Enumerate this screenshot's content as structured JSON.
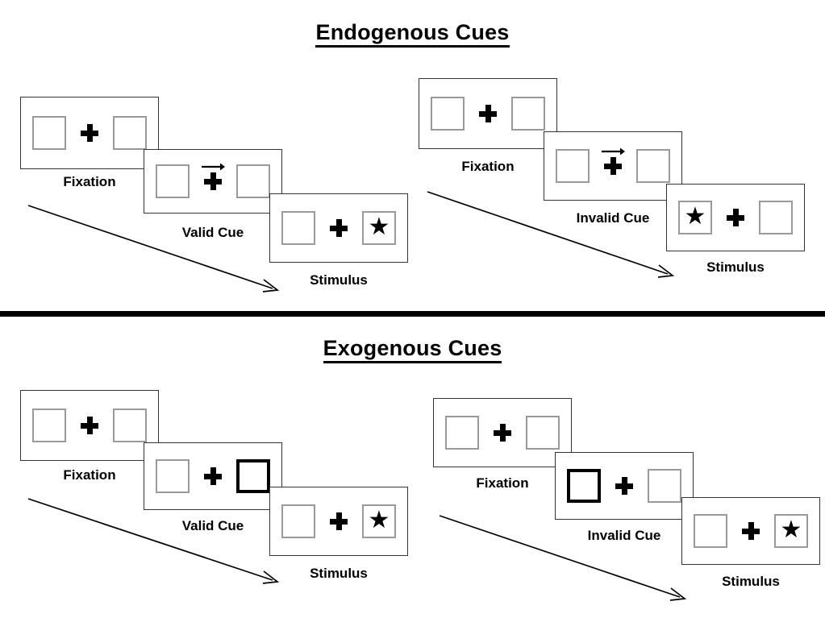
{
  "figure": {
    "sections": [
      {
        "id": "endogenous",
        "title": "Endogenous Cues",
        "cue_type": "central-arrow",
        "conditions": [
          {
            "id": "endogenous-valid",
            "validity_label": "Valid Cue",
            "frames": [
              {
                "label": "Fixation",
                "cue": "none",
                "arrow_direction": "",
                "left_box": "empty",
                "right_box": "empty",
                "target_side": "none"
              },
              {
                "label": "Valid Cue",
                "cue": "arrow-right",
                "arrow_direction": "right",
                "left_box": "empty",
                "right_box": "empty",
                "target_side": "none"
              },
              {
                "label": "Stimulus",
                "cue": "none",
                "arrow_direction": "",
                "left_box": "empty",
                "right_box": "star",
                "target_side": "right"
              }
            ]
          },
          {
            "id": "endogenous-invalid",
            "validity_label": "Invalid Cue",
            "frames": [
              {
                "label": "Fixation",
                "cue": "none",
                "arrow_direction": "",
                "left_box": "empty",
                "right_box": "empty",
                "target_side": "none"
              },
              {
                "label": "Invalid Cue",
                "cue": "arrow-right",
                "arrow_direction": "right",
                "left_box": "empty",
                "right_box": "empty",
                "target_side": "none"
              },
              {
                "label": "Stimulus",
                "cue": "none",
                "arrow_direction": "",
                "left_box": "star",
                "right_box": "empty",
                "target_side": "left"
              }
            ]
          }
        ]
      },
      {
        "id": "exogenous",
        "title": "Exogenous Cues",
        "cue_type": "peripheral-box-flash",
        "conditions": [
          {
            "id": "exogenous-valid",
            "validity_label": "Valid Cue",
            "frames": [
              {
                "label": "Fixation",
                "cue": "none",
                "arrow_direction": "",
                "left_box": "empty",
                "right_box": "empty",
                "target_side": "none"
              },
              {
                "label": "Valid Cue",
                "cue": "box-flash-right",
                "arrow_direction": "",
                "left_box": "empty",
                "right_box": "highlight",
                "target_side": "none"
              },
              {
                "label": "Stimulus",
                "cue": "none",
                "arrow_direction": "",
                "left_box": "empty",
                "right_box": "star",
                "target_side": "right"
              }
            ]
          },
          {
            "id": "exogenous-invalid",
            "validity_label": "Invalid Cue",
            "frames": [
              {
                "label": "Fixation",
                "cue": "none",
                "arrow_direction": "",
                "left_box": "empty",
                "right_box": "empty",
                "target_side": "none"
              },
              {
                "label": "Invalid Cue",
                "cue": "box-flash-left",
                "arrow_direction": "",
                "left_box": "highlight",
                "right_box": "empty",
                "target_side": "none"
              },
              {
                "label": "Stimulus",
                "cue": "none",
                "arrow_direction": "",
                "left_box": "empty",
                "right_box": "star",
                "target_side": "right"
              }
            ]
          }
        ]
      }
    ],
    "time_arrows": [
      {
        "id": "time-arrow-endogenous-valid",
        "meaning": "time"
      },
      {
        "id": "time-arrow-endogenous-invalid",
        "meaning": "time"
      },
      {
        "id": "time-arrow-exogenous-valid",
        "meaning": "time"
      },
      {
        "id": "time-arrow-exogenous-invalid",
        "meaning": "time"
      }
    ],
    "glyphs": {
      "star": "★"
    },
    "colors": {
      "background": "#ffffff",
      "ink": "#000000",
      "frame_border": "#333333",
      "box_border": "#9a9a9a",
      "box_border_highlight": "#000000",
      "divider": "#000000"
    }
  }
}
